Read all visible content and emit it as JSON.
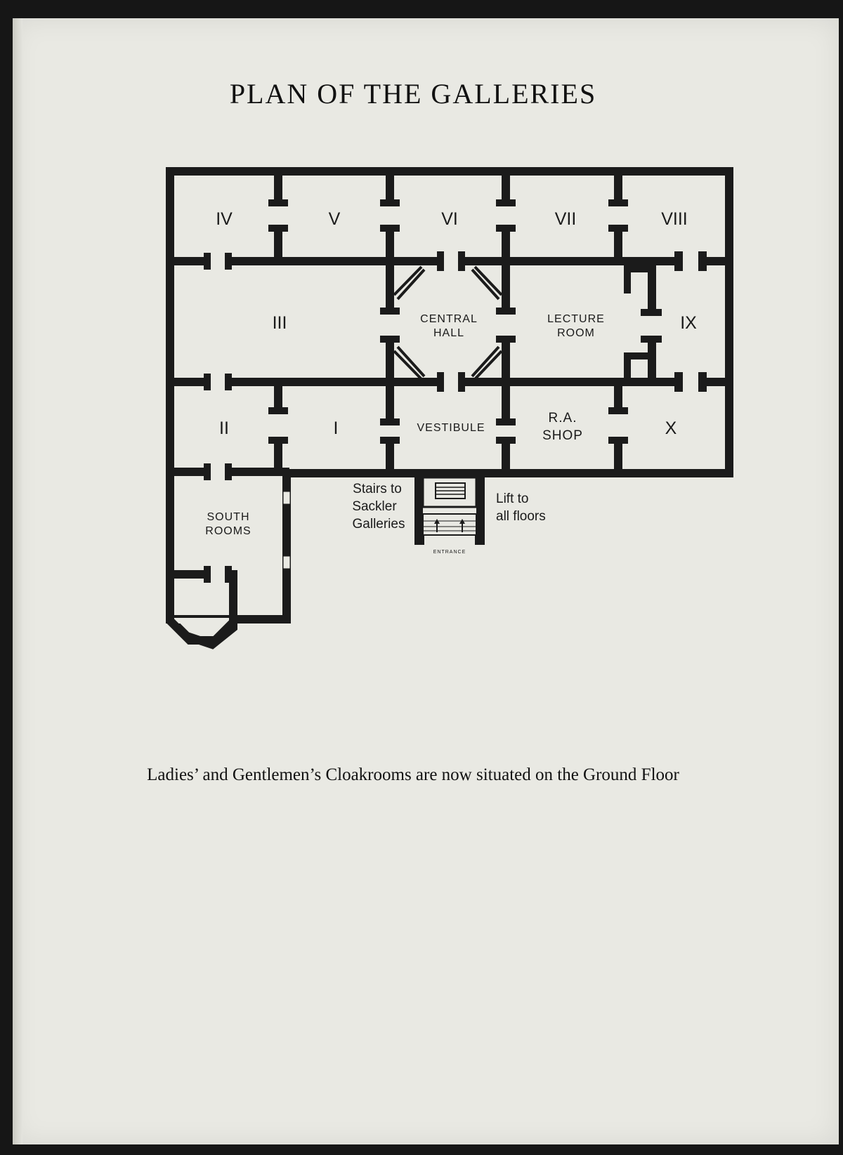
{
  "page": {
    "title": "PLAN OF THE GALLERIES",
    "caption": "Ladies’ and Gentlemen’s Cloakrooms are now situated on the Ground Floor"
  },
  "plan": {
    "galleries": {
      "iv": "IV",
      "v": "V",
      "vi": "VI",
      "vii": "VII",
      "viii": "VIII",
      "iii": "III",
      "ix": "IX",
      "ii": "II",
      "i": "I",
      "x": "X"
    },
    "rooms": {
      "central_hall": [
        "CENTRAL",
        "HALL"
      ],
      "lecture_room": [
        "LECTURE",
        "ROOM"
      ],
      "vestibule": "VESTIBULE",
      "ra_shop": [
        "R.A.",
        "SHOP"
      ],
      "south_rooms": [
        "SOUTH",
        "ROOMS"
      ]
    },
    "notes": {
      "stairs": [
        "Stairs to",
        "Sackler",
        "Galleries"
      ],
      "lift": [
        "Lift to",
        "all floors"
      ],
      "entrance": "ENTRANCE"
    }
  }
}
